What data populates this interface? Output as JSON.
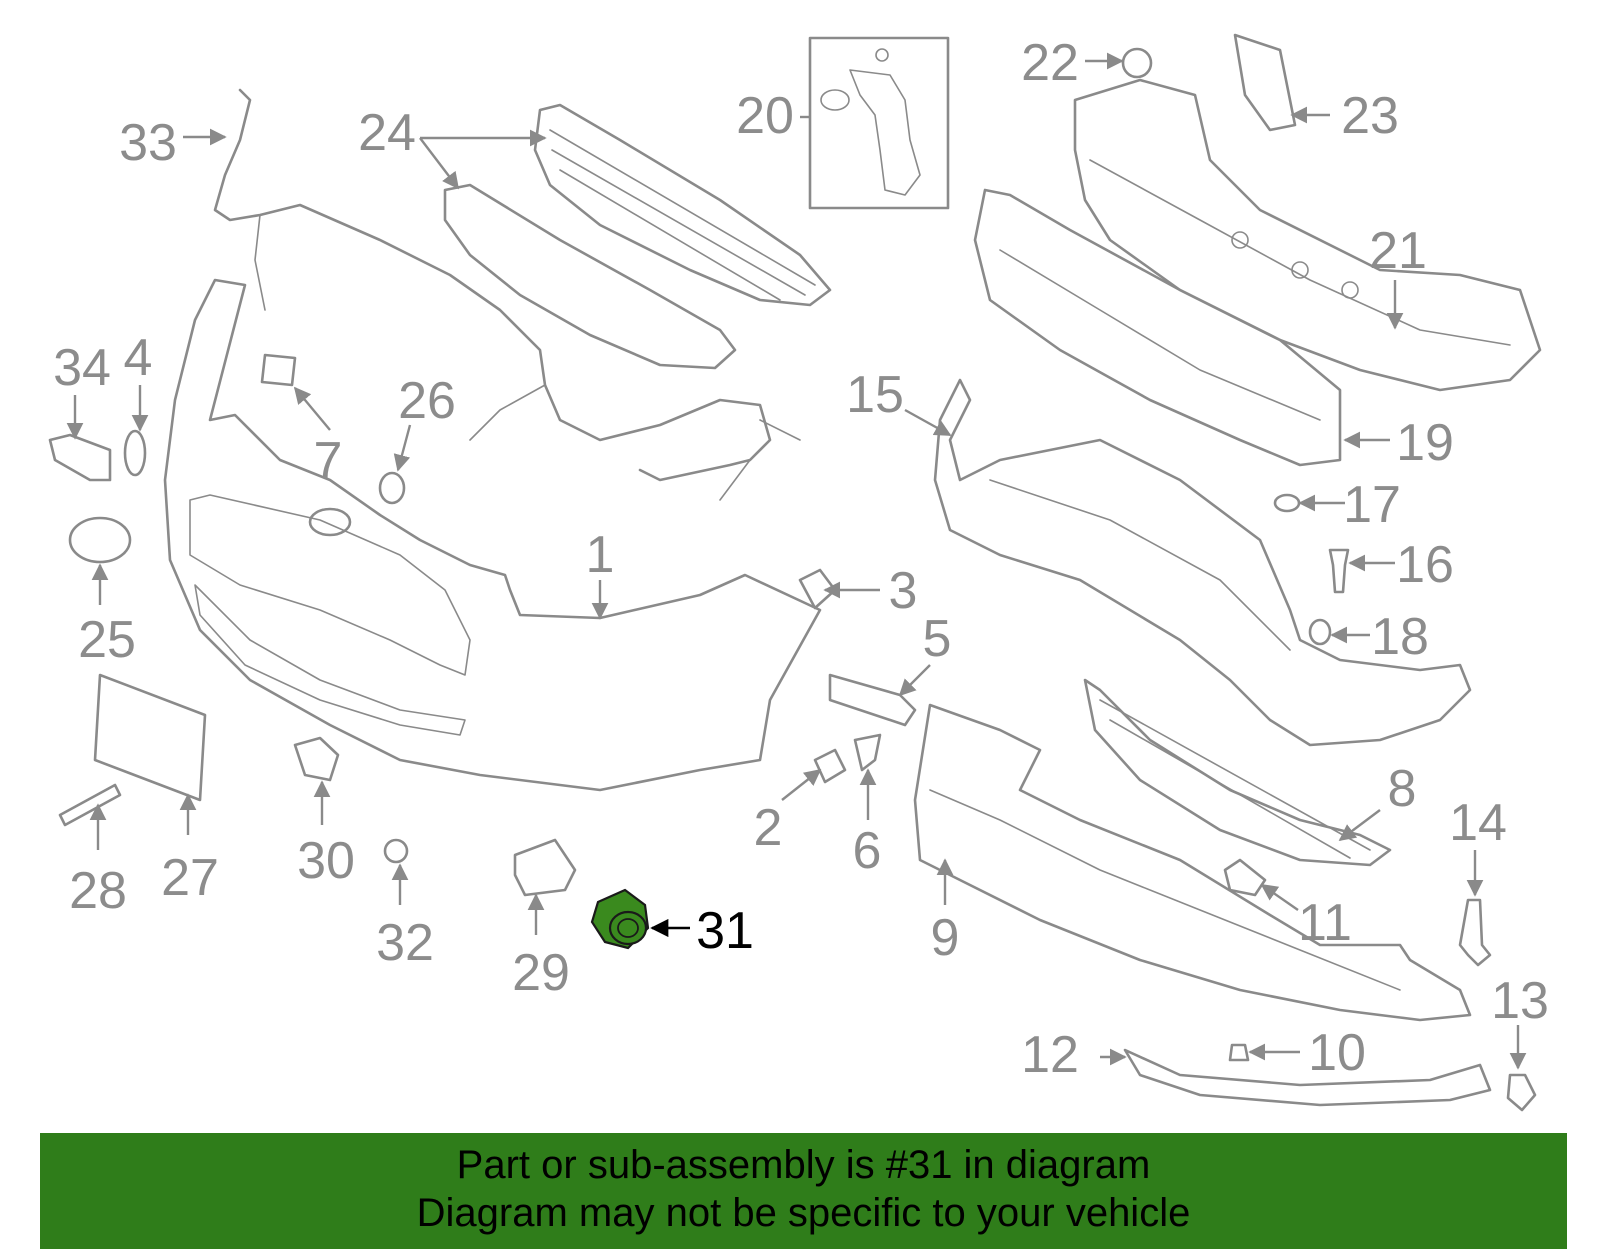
{
  "diagram": {
    "highlighted_part": "31",
    "highlight_color": "#3a8a1e",
    "callouts": [
      "1",
      "2",
      "3",
      "4",
      "5",
      "6",
      "7",
      "8",
      "9",
      "10",
      "11",
      "12",
      "13",
      "14",
      "15",
      "16",
      "17",
      "18",
      "19",
      "20",
      "21",
      "22",
      "23",
      "24",
      "25",
      "26",
      "27",
      "28",
      "29",
      "30",
      "31",
      "32",
      "33",
      "34"
    ]
  },
  "banner": {
    "line1": "Part or sub-assembly is #31 in diagram",
    "line2": "Diagram may not be specific to your vehicle",
    "background": "#2f7d1a"
  }
}
